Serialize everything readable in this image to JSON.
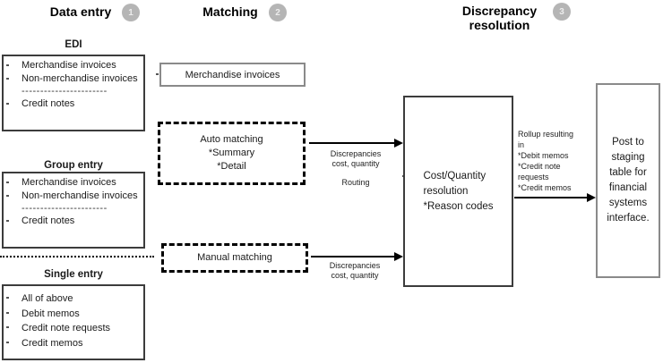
{
  "phases": [
    {
      "label": "Data entry",
      "step": "1"
    },
    {
      "label": "Matching",
      "step": "2"
    },
    {
      "label": "Discrepancy\nresolution",
      "step": "3"
    }
  ],
  "data_entry": {
    "edi": {
      "title": "EDI",
      "items": [
        "Merchandise invoices",
        "Non-merchandise invoices"
      ],
      "divider": "-----------------------",
      "items_after": [
        "Credit notes"
      ]
    },
    "group": {
      "title": "Group entry",
      "items": [
        "Merchandise invoices",
        "Non-merchandise invoices"
      ],
      "divider": "-----------------------",
      "items_after": [
        "Credit notes"
      ]
    },
    "single": {
      "title": "Single entry",
      "items": [
        "All of above",
        "Debit memos",
        "Credit note requests",
        "Credit memos"
      ]
    }
  },
  "matching": {
    "merchandise_box": "Merchandise invoices",
    "auto_box": "Auto matching\n*Summary\n*Detail",
    "manual_box": "Manual matching"
  },
  "resolution": {
    "cost_box": "Cost/Quantity\nresolution\n*Reason codes",
    "post_box": "Post to\nstaging\ntable for\nfinancial\nsystems\ninterface."
  },
  "flow_labels": {
    "auto_to_cost": "Discrepancies\ncost, quantity",
    "routing": "Routing",
    "manual_to_cost": "Discrepancies\ncost, quantity",
    "rollup": "Rollup resulting\nin\n*Debit memos\n*Credit note\nrequests\n*Credit memos"
  },
  "colors": {
    "step_circle": "#b5b5b5",
    "border_dark": "#3c3c3c",
    "border_gray": "#8a8a8a"
  }
}
